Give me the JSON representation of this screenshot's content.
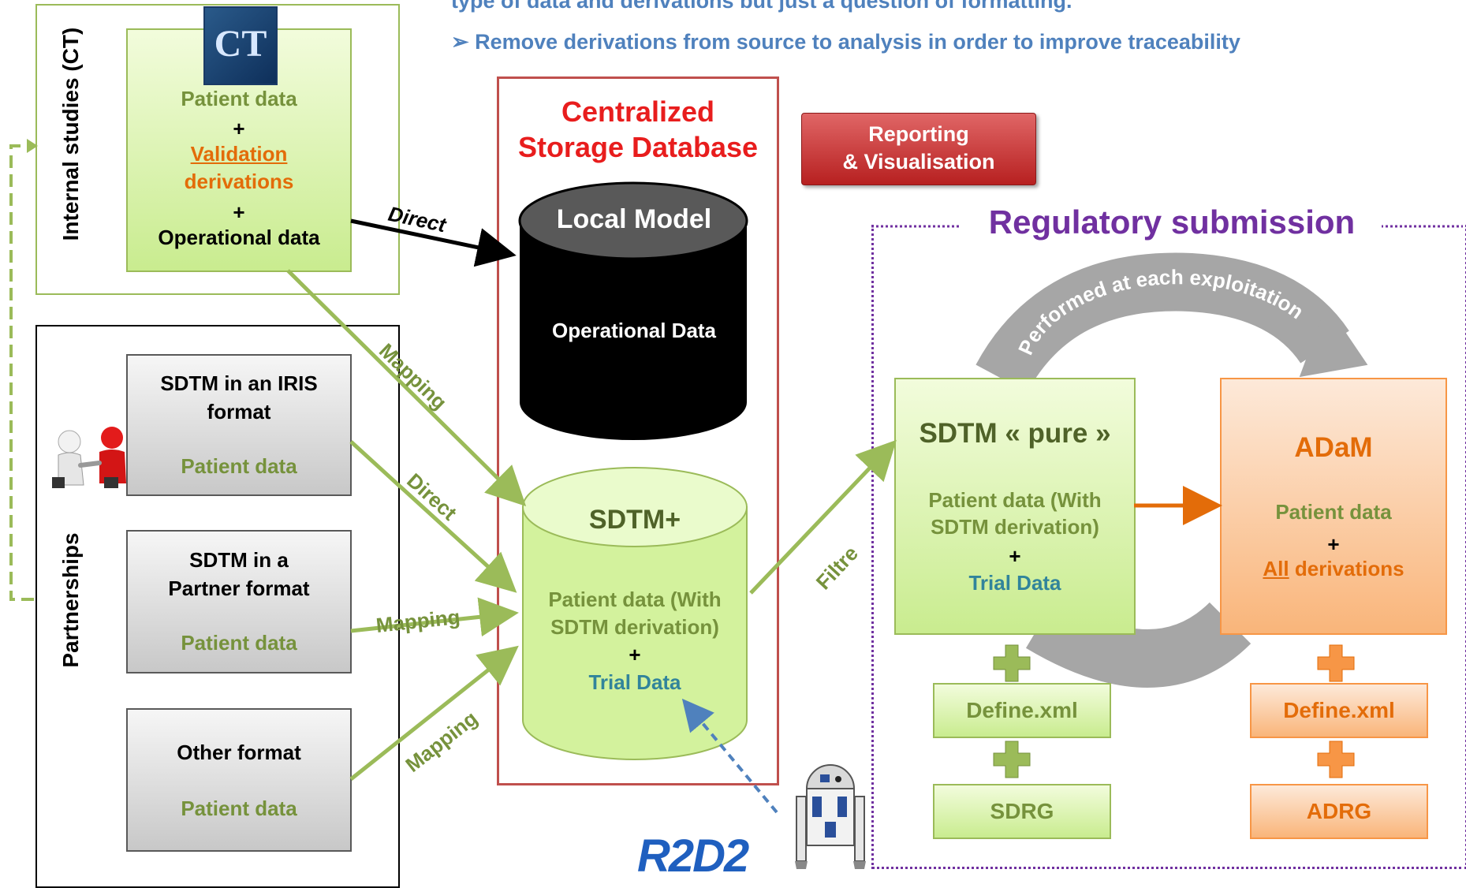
{
  "header": {
    "line1": "type of data and derivations but just a question of formatting.",
    "line2": "Remove derivations from source to analysis in order to improve traceability",
    "bullet_icon": "arrow-bullet-icon"
  },
  "internal_studies": {
    "section_label": "Internal studies (CT)",
    "logo_text": "CT",
    "patient_data": "Patient data",
    "plus": "+",
    "validation": "Validation",
    "derivations": "derivations",
    "operational": "Operational data"
  },
  "partnerships": {
    "section_label": "Partnerships",
    "boxes": [
      {
        "title1": "SDTM in an IRIS",
        "title2": "format",
        "data": "Patient data"
      },
      {
        "title1": "SDTM in a",
        "title2": "Partner format",
        "data": "Patient data"
      },
      {
        "title1": "Other format",
        "title2": "",
        "data": "Patient data"
      }
    ]
  },
  "database": {
    "title1": "Centralized",
    "title2": "Storage Database",
    "local_model": "Local Model",
    "operational_data": "Operational Data",
    "sdtm_plus": "SDTM+",
    "pd1": "Patient data (With",
    "pd2": "SDTM derivation)",
    "plus": "+",
    "trial": "Trial Data"
  },
  "reporting": {
    "line1": "Reporting",
    "line2": "& Visualisation"
  },
  "regulatory": {
    "title": "Regulatory submission",
    "cycle_label": "Performed at each exploitation",
    "sdtm_pure": {
      "title": "SDTM « pure »",
      "pd1": "Patient data (With",
      "pd2": "SDTM derivation)",
      "plus": "+",
      "trial": "Trial Data",
      "define": "Define.xml",
      "sdrg": "SDRG"
    },
    "adam": {
      "title": "ADaM",
      "pd": "Patient data",
      "plus": "+",
      "all": "All",
      "derivations": " derivations",
      "define": "Define.xml",
      "adrg": "ADRG"
    }
  },
  "arrows": {
    "direct1": "Direct",
    "mapping1": "Mapping",
    "direct2": "Direct",
    "mapping2": "Mapping",
    "mapping3": "Mapping",
    "filtre": "Filtre"
  },
  "r2d2": {
    "logo": "R2D2",
    "robot_icon": "r2d2-robot-icon"
  },
  "colors": {
    "green": "#9bbb59",
    "dark_green": "#76923c",
    "orange": "#f79646",
    "red": "#c0504d",
    "purple": "#7030a0",
    "blue": "#4f81bd",
    "teal": "#31849b"
  }
}
